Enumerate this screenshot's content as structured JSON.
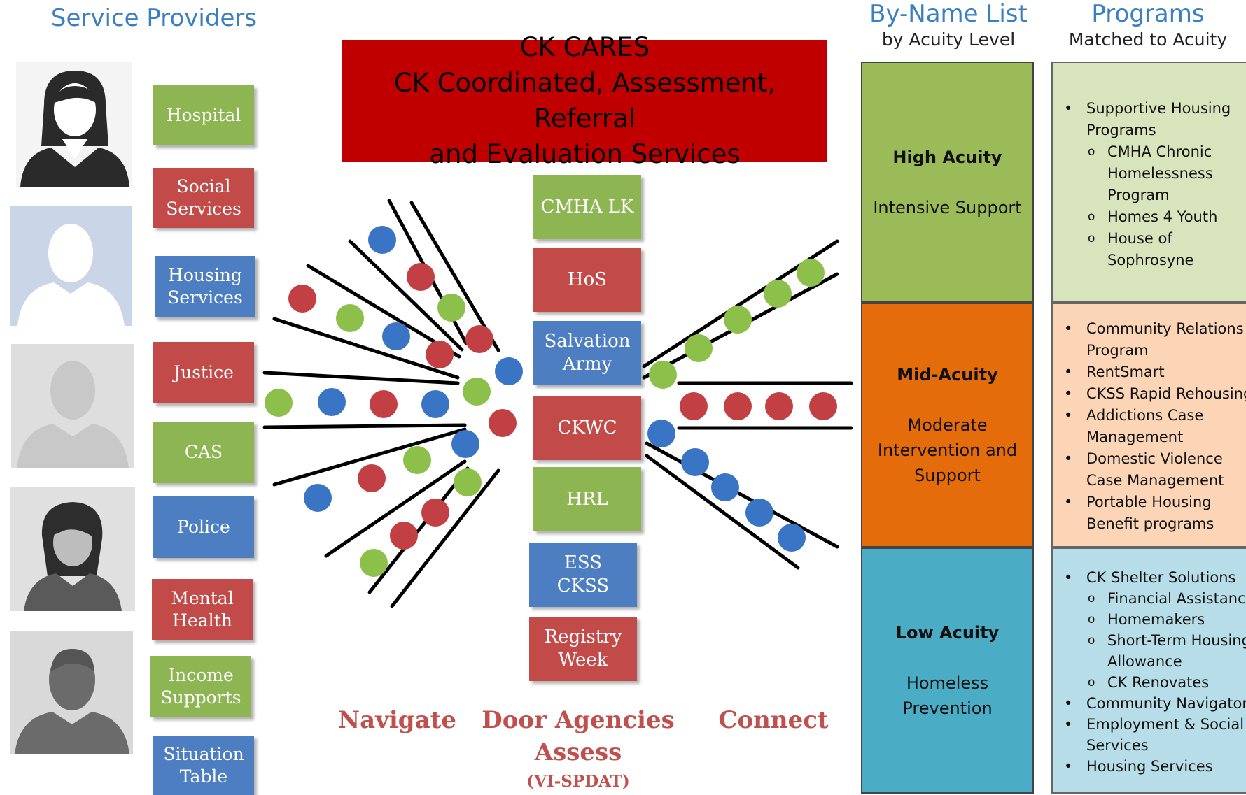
{
  "service_providers": {
    "title": "Service Providers",
    "items": [
      {
        "label": "Hospital",
        "color": "green"
      },
      {
        "label": "Social\nServices",
        "color": "red"
      },
      {
        "label": "Housing\nServices",
        "color": "blue"
      },
      {
        "label": "Justice",
        "color": "red"
      },
      {
        "label": "CAS",
        "color": "green"
      },
      {
        "label": "Police",
        "color": "blue"
      },
      {
        "label": "Mental\nHealth",
        "color": "red"
      },
      {
        "label": "Income\nSupports",
        "color": "green"
      },
      {
        "label": "Situation\nTable",
        "color": "blue"
      }
    ]
  },
  "banner": {
    "line1": "CK CARES",
    "line2": "CK Coordinated, Assessment, Referral",
    "line3": "and Evaluation Services"
  },
  "door_agencies": [
    {
      "label": "CMHA LK",
      "color": "green"
    },
    {
      "label": "HoS",
      "color": "red"
    },
    {
      "label": "Salvation\nArmy",
      "color": "blue"
    },
    {
      "label": "CKWC",
      "color": "red"
    },
    {
      "label": "HRL",
      "color": "green"
    },
    {
      "label": "ESS\nCKSS",
      "color": "blue"
    },
    {
      "label": "Registry\nWeek",
      "color": "red"
    }
  ],
  "steps": {
    "navigate": "Navigate",
    "assess_line1": "Door Agencies",
    "assess_line2": "Assess",
    "assess_tool": "(VI-SPDAT)",
    "connect": "Connect"
  },
  "by_name_list": {
    "title": "By-Name List",
    "subtitle": "by Acuity Level",
    "levels": [
      {
        "name": "High Acuity",
        "desc": "Intensive Support"
      },
      {
        "name": "Mid-Acuity",
        "desc": "Moderate Intervention and Support"
      },
      {
        "name": "Low Acuity",
        "desc": "Homeless Prevention"
      }
    ]
  },
  "programs": {
    "title": "Programs",
    "subtitle": "Matched to Acuity",
    "high": {
      "b1": "Supportive Housing",
      "b1b": "Programs",
      "s1": "CMHA Chronic",
      "s1b": "Homelessness",
      "s1c": "Program",
      "s2": "Homes 4 Youth",
      "s3": "House of",
      "s3b": "Sophrosyne"
    },
    "mid": {
      "b1": "Community Relations",
      "b1b": "Program",
      "b2": "RentSmart",
      "b3": "CKSS Rapid Rehousing",
      "b4": "Addictions Case",
      "b4b": "Management",
      "b5": "Domestic Violence",
      "b5b": "Case Management",
      "b6": "Portable Housing",
      "b6b": "Benefit programs"
    },
    "low": {
      "b1": "CK Shelter Solutions",
      "s1": "Financial Assistance",
      "s2": "Homemakers",
      "s3": "Short-Term Housing",
      "s3b": "Allowance",
      "s4": "CK Renovates",
      "b2": "Community Navigators",
      "b3": "Employment & Social",
      "b3b": "Services",
      "b4": "Housing Services"
    }
  },
  "colors": {
    "green": "#8db552",
    "red": "#c24a49",
    "blue": "#4e7ec2",
    "banner": "#c00000",
    "high": "#9bbb59",
    "mid": "#e46c0a",
    "low": "#4bacc6",
    "high_light": "#d7e4bc",
    "mid_light": "#fbd5b5",
    "low_light": "#b7dee8"
  }
}
